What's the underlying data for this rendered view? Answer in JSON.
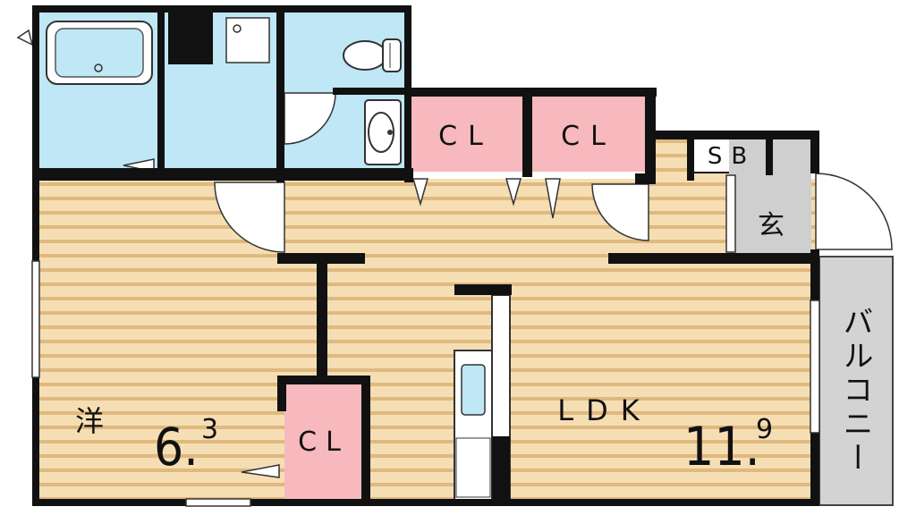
{
  "labels": {
    "cl_left": "CL",
    "cl_right": "CL",
    "sb": "SB",
    "entrance": "玄",
    "balcony": "バルコニー",
    "western": "洋",
    "western_size_main": "6.",
    "western_size_sub": "3",
    "cl_bottom": "CL",
    "ldk": "LDK",
    "ldk_size_main": "11.",
    "ldk_size_sub": "9"
  },
  "colors": {
    "wet_area": "#bfe7f6",
    "closet": "#f7b9bd",
    "floor_base": "#f6deb4",
    "floor_line": "#dfb97e",
    "entrance": "#cfcfcf",
    "balcony": "#d3d3d3",
    "wall": "#111111"
  }
}
